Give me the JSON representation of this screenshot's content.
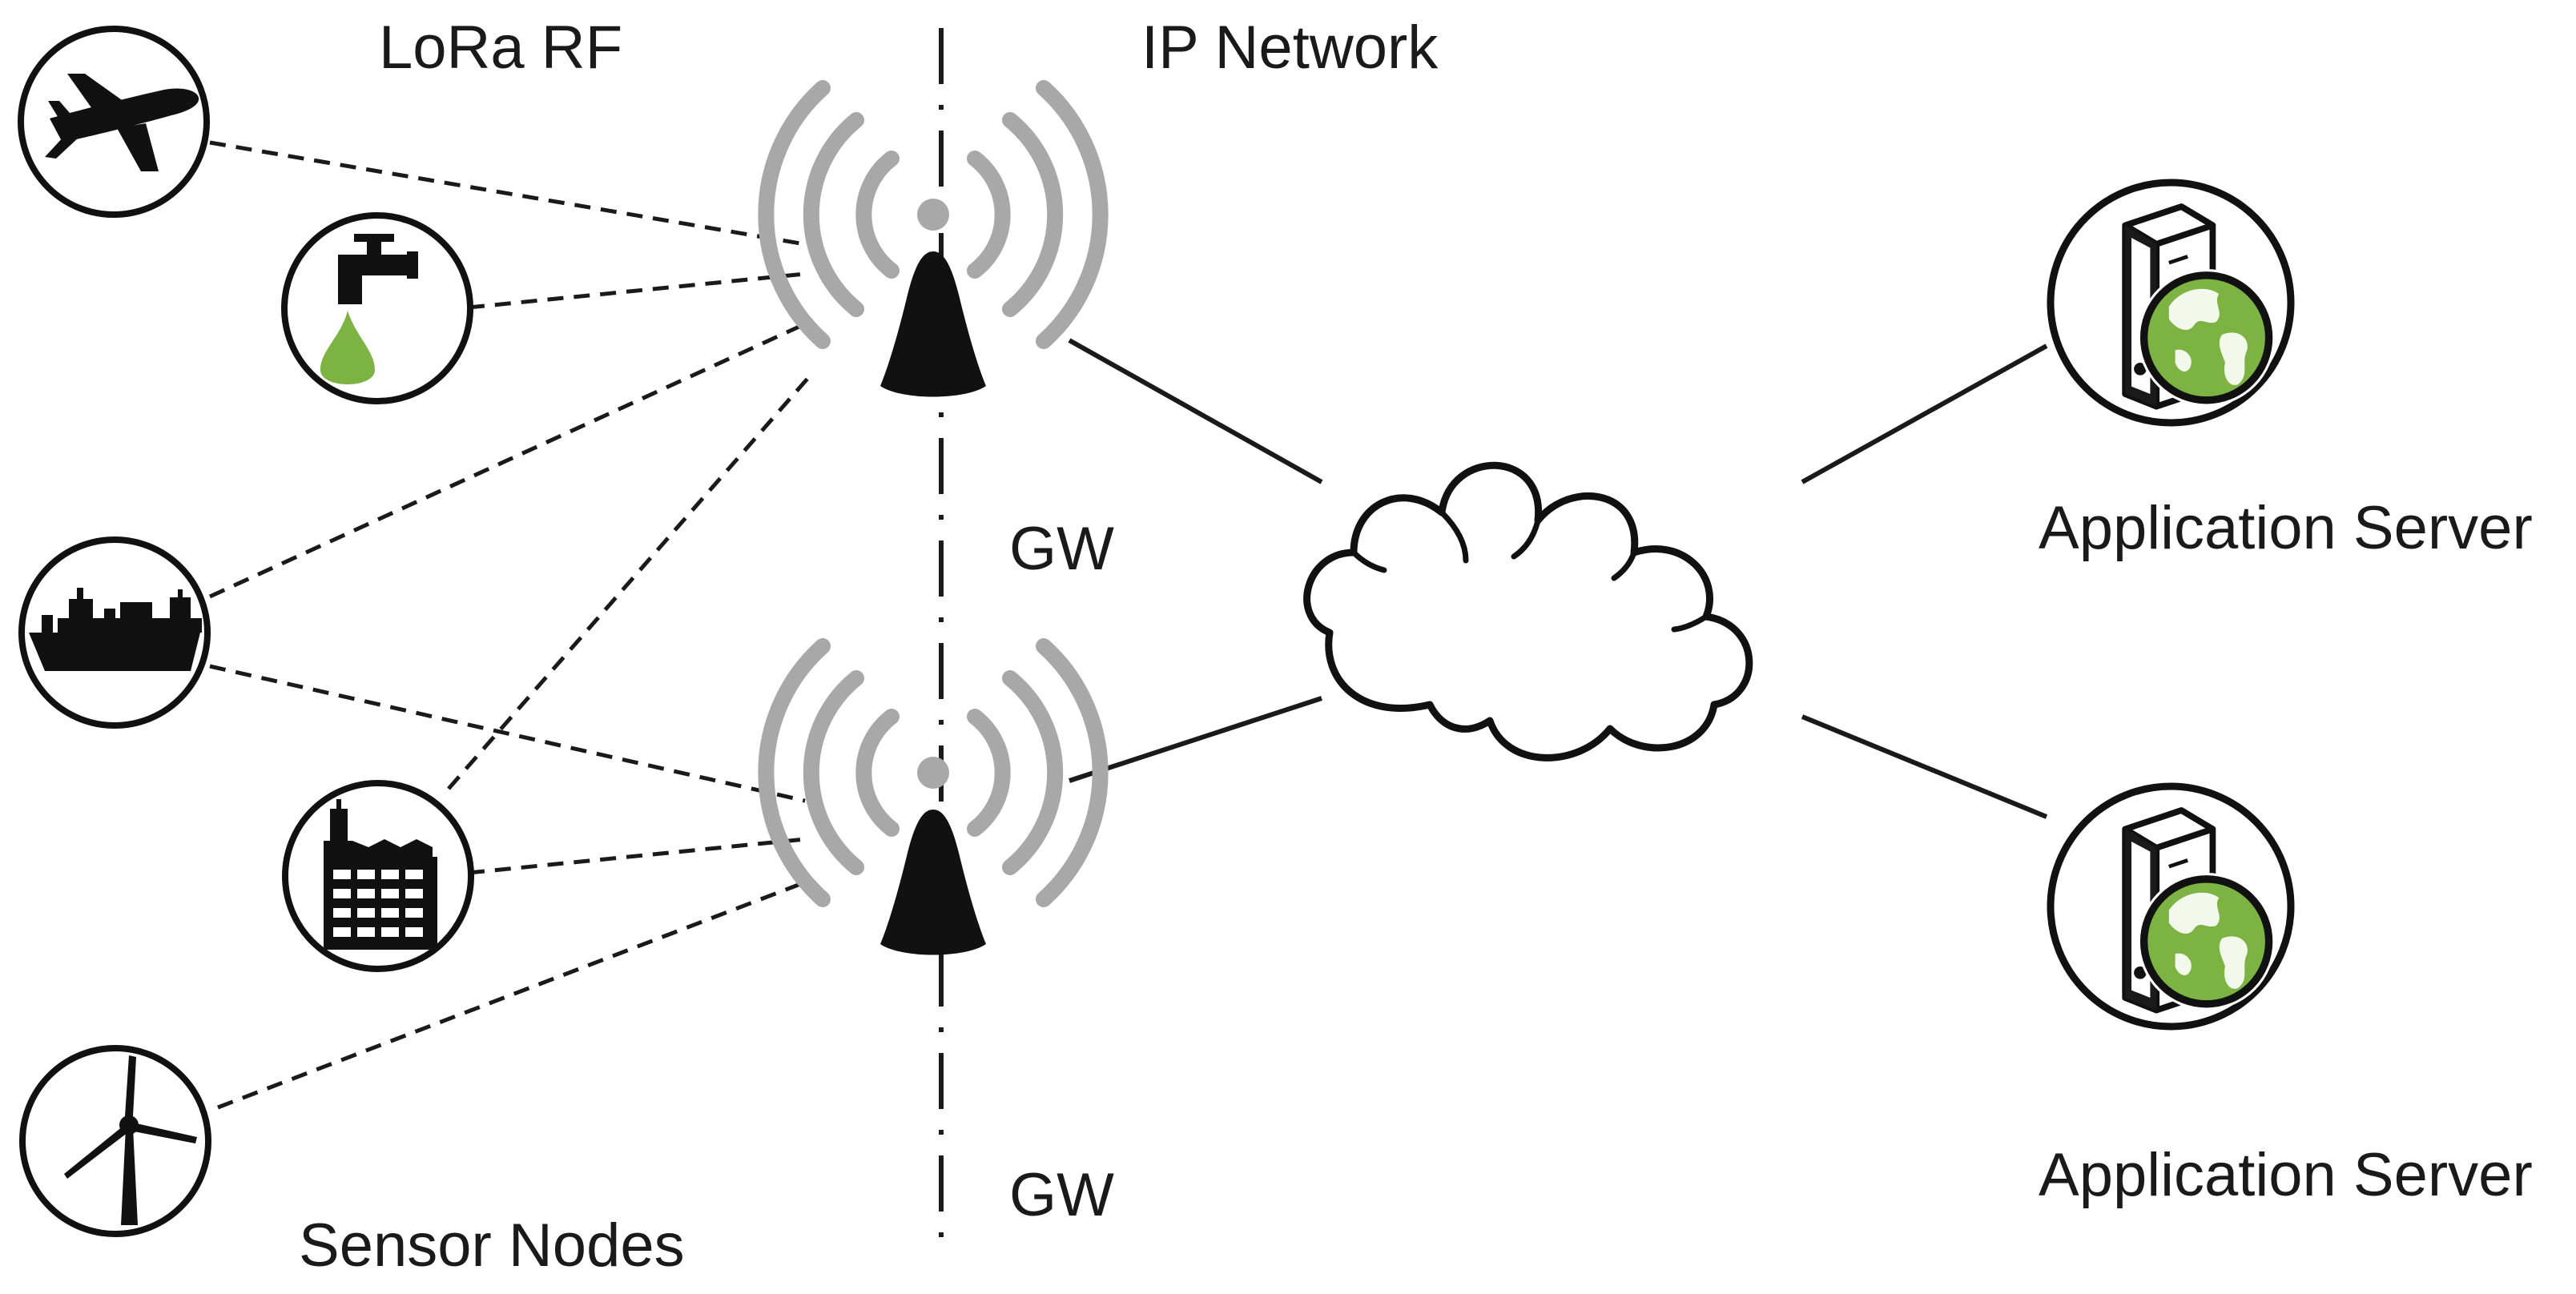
{
  "labels": {
    "lora_rf": "LoRa RF",
    "ip_network": "IP Network",
    "gateway_top": "GW",
    "gateway_bottom": "GW",
    "app_server_top": "Application Server",
    "app_server_bottom": "Application Server",
    "sensor_nodes": "Sensor Nodes"
  },
  "sensor_nodes": [
    {
      "icon": "airplane-icon"
    },
    {
      "icon": "water-tap-icon"
    },
    {
      "icon": "cargo-ship-icon"
    },
    {
      "icon": "factory-icon"
    },
    {
      "icon": "wind-turbine-icon"
    }
  ],
  "gateways": [
    {
      "icon": "gateway-antenna-icon"
    },
    {
      "icon": "gateway-antenna-icon"
    }
  ],
  "network": {
    "icon": "cloud-icon"
  },
  "servers": [
    {
      "icon": "server-globe-icon"
    },
    {
      "icon": "server-globe-icon"
    }
  ],
  "colors": {
    "accent_green": "#7cb342",
    "signal_gray": "#a8a8a8",
    "line": "#1a1a1a"
  }
}
